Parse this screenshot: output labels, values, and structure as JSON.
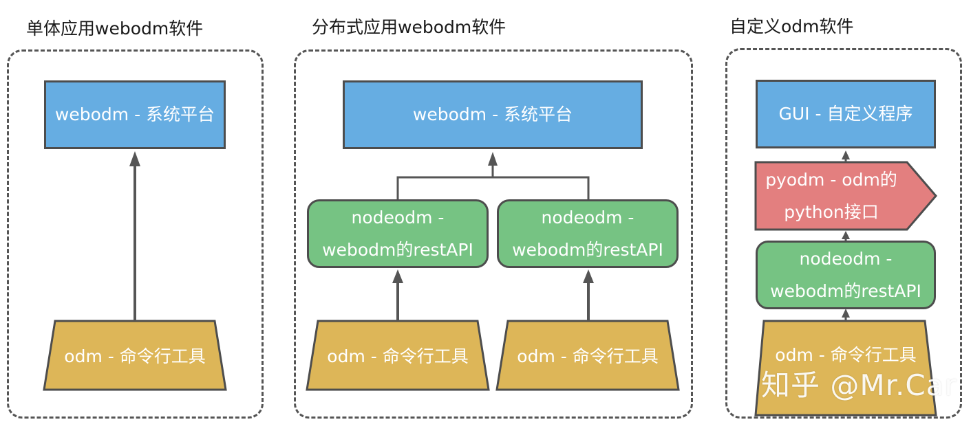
{
  "titles": {
    "panel1": "单体应用webodm软件",
    "panel2": "分布式应用webodm软件",
    "panel3": "自定义odm软件"
  },
  "panel1": {
    "platform": "webodm - 系统平台",
    "tool": "odm - 命令行工具"
  },
  "panel2": {
    "platform": "webodm - 系统平台",
    "node_left": {
      "line1": "nodeodm -",
      "line2": "webodm的restAPI"
    },
    "node_right": {
      "line1": "nodeodm -",
      "line2": "webodm的restAPI"
    },
    "tool_left": "odm - 命令行工具",
    "tool_right": "odm - 命令行工具"
  },
  "panel3": {
    "gui": "GUI - 自定义程序",
    "pyodm": {
      "line1": "pyodm - odm的",
      "line2": "python接口"
    },
    "node": {
      "line1": "nodeodm -",
      "line2": "webodm的restAPI"
    },
    "tool": "odm - 命令行工具"
  },
  "watermark": "知乎 @Mr.Car",
  "colors": {
    "platform": "#66ade2",
    "node": "#76c383",
    "pyodm": "#e37f7f",
    "tool": "#ddb658",
    "border": "#4d4d4d"
  }
}
